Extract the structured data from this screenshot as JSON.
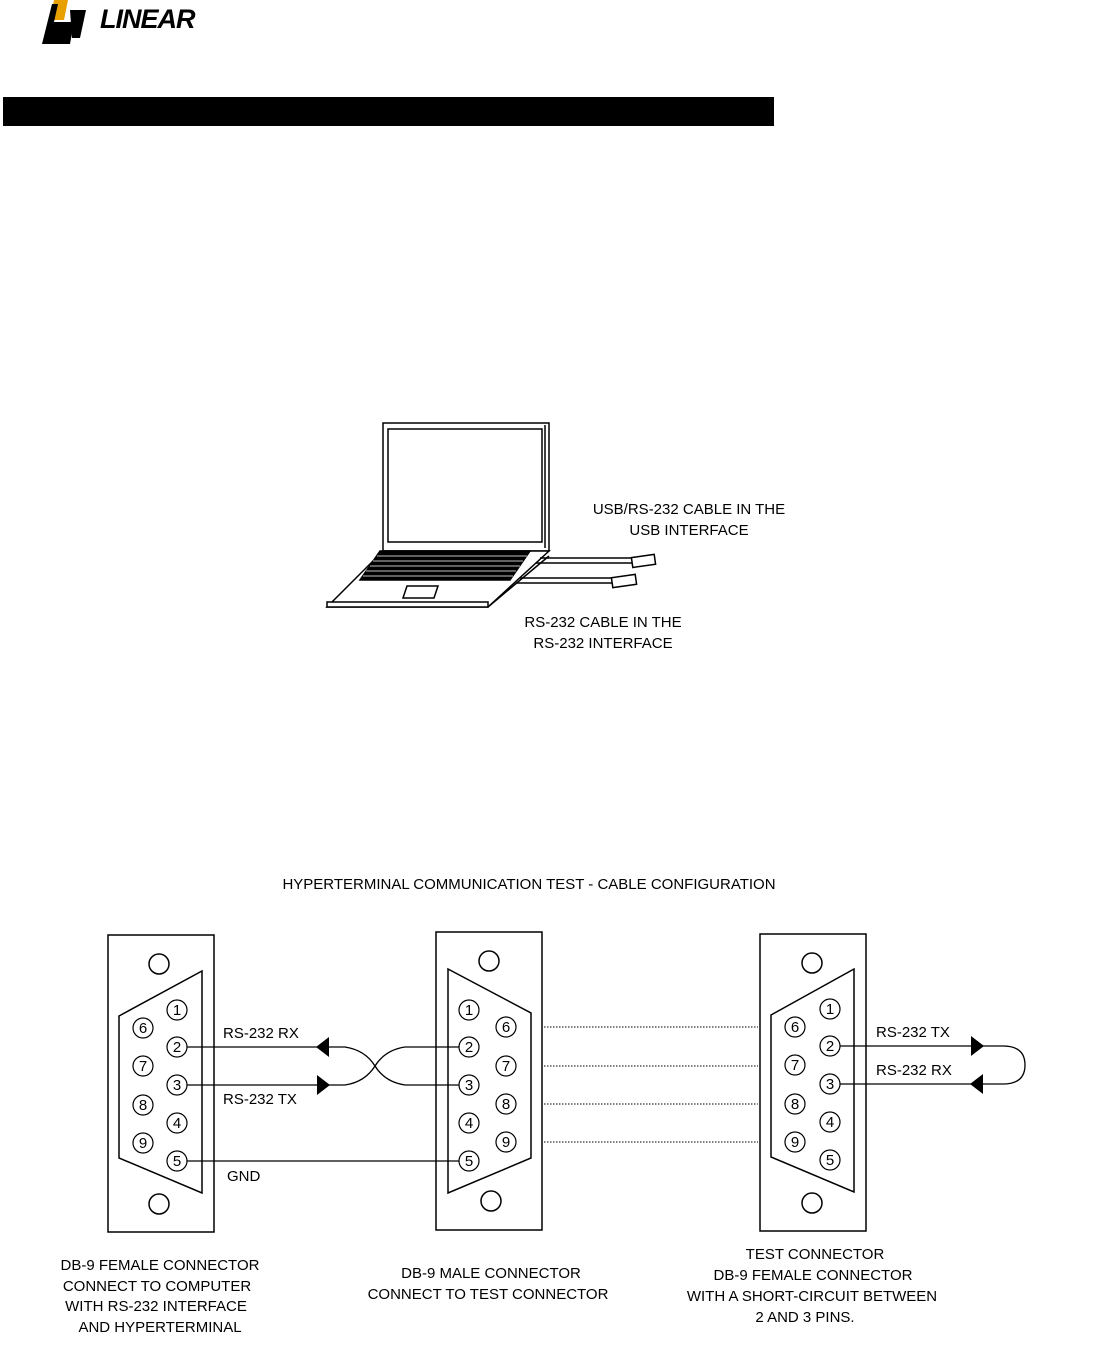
{
  "brand": {
    "name": "LINEAR"
  },
  "laptop": {
    "usb_cable_label": [
      "USB/RS-232 CABLE IN THE",
      "USB INTERFACE"
    ],
    "rs232_cable_label": [
      "RS-232 CABLE IN THE",
      "RS-232 INTERFACE"
    ]
  },
  "cable_diagram": {
    "title": "HYPERTERMINAL COMMUNICATION TEST - CABLE CONFIGURATION",
    "left_connector": {
      "signal_rx": "RS-232 RX",
      "signal_tx": "RS-232 TX",
      "signal_gnd": "GND",
      "caption": [
        "DB-9 FEMALE CONNECTOR",
        "CONNECT TO COMPUTER",
        "WITH RS-232 INTERFACE",
        "AND HYPERTERMINAL"
      ]
    },
    "middle_connector": {
      "caption": [
        "DB-9 MALE CONNECTOR",
        "CONNECT TO TEST CONNECTOR"
      ]
    },
    "right_connector": {
      "signal_tx": "RS-232 TX",
      "signal_rx": "RS-232 RX",
      "caption": [
        "TEST CONNECTOR",
        "DB-9 FEMALE CONNECTOR",
        "WITH A SHORT-CIRCUIT BETWEEN",
        "2 AND 3 PINS."
      ]
    },
    "pins": [
      "1",
      "2",
      "3",
      "4",
      "5",
      "6",
      "7",
      "8",
      "9"
    ]
  }
}
